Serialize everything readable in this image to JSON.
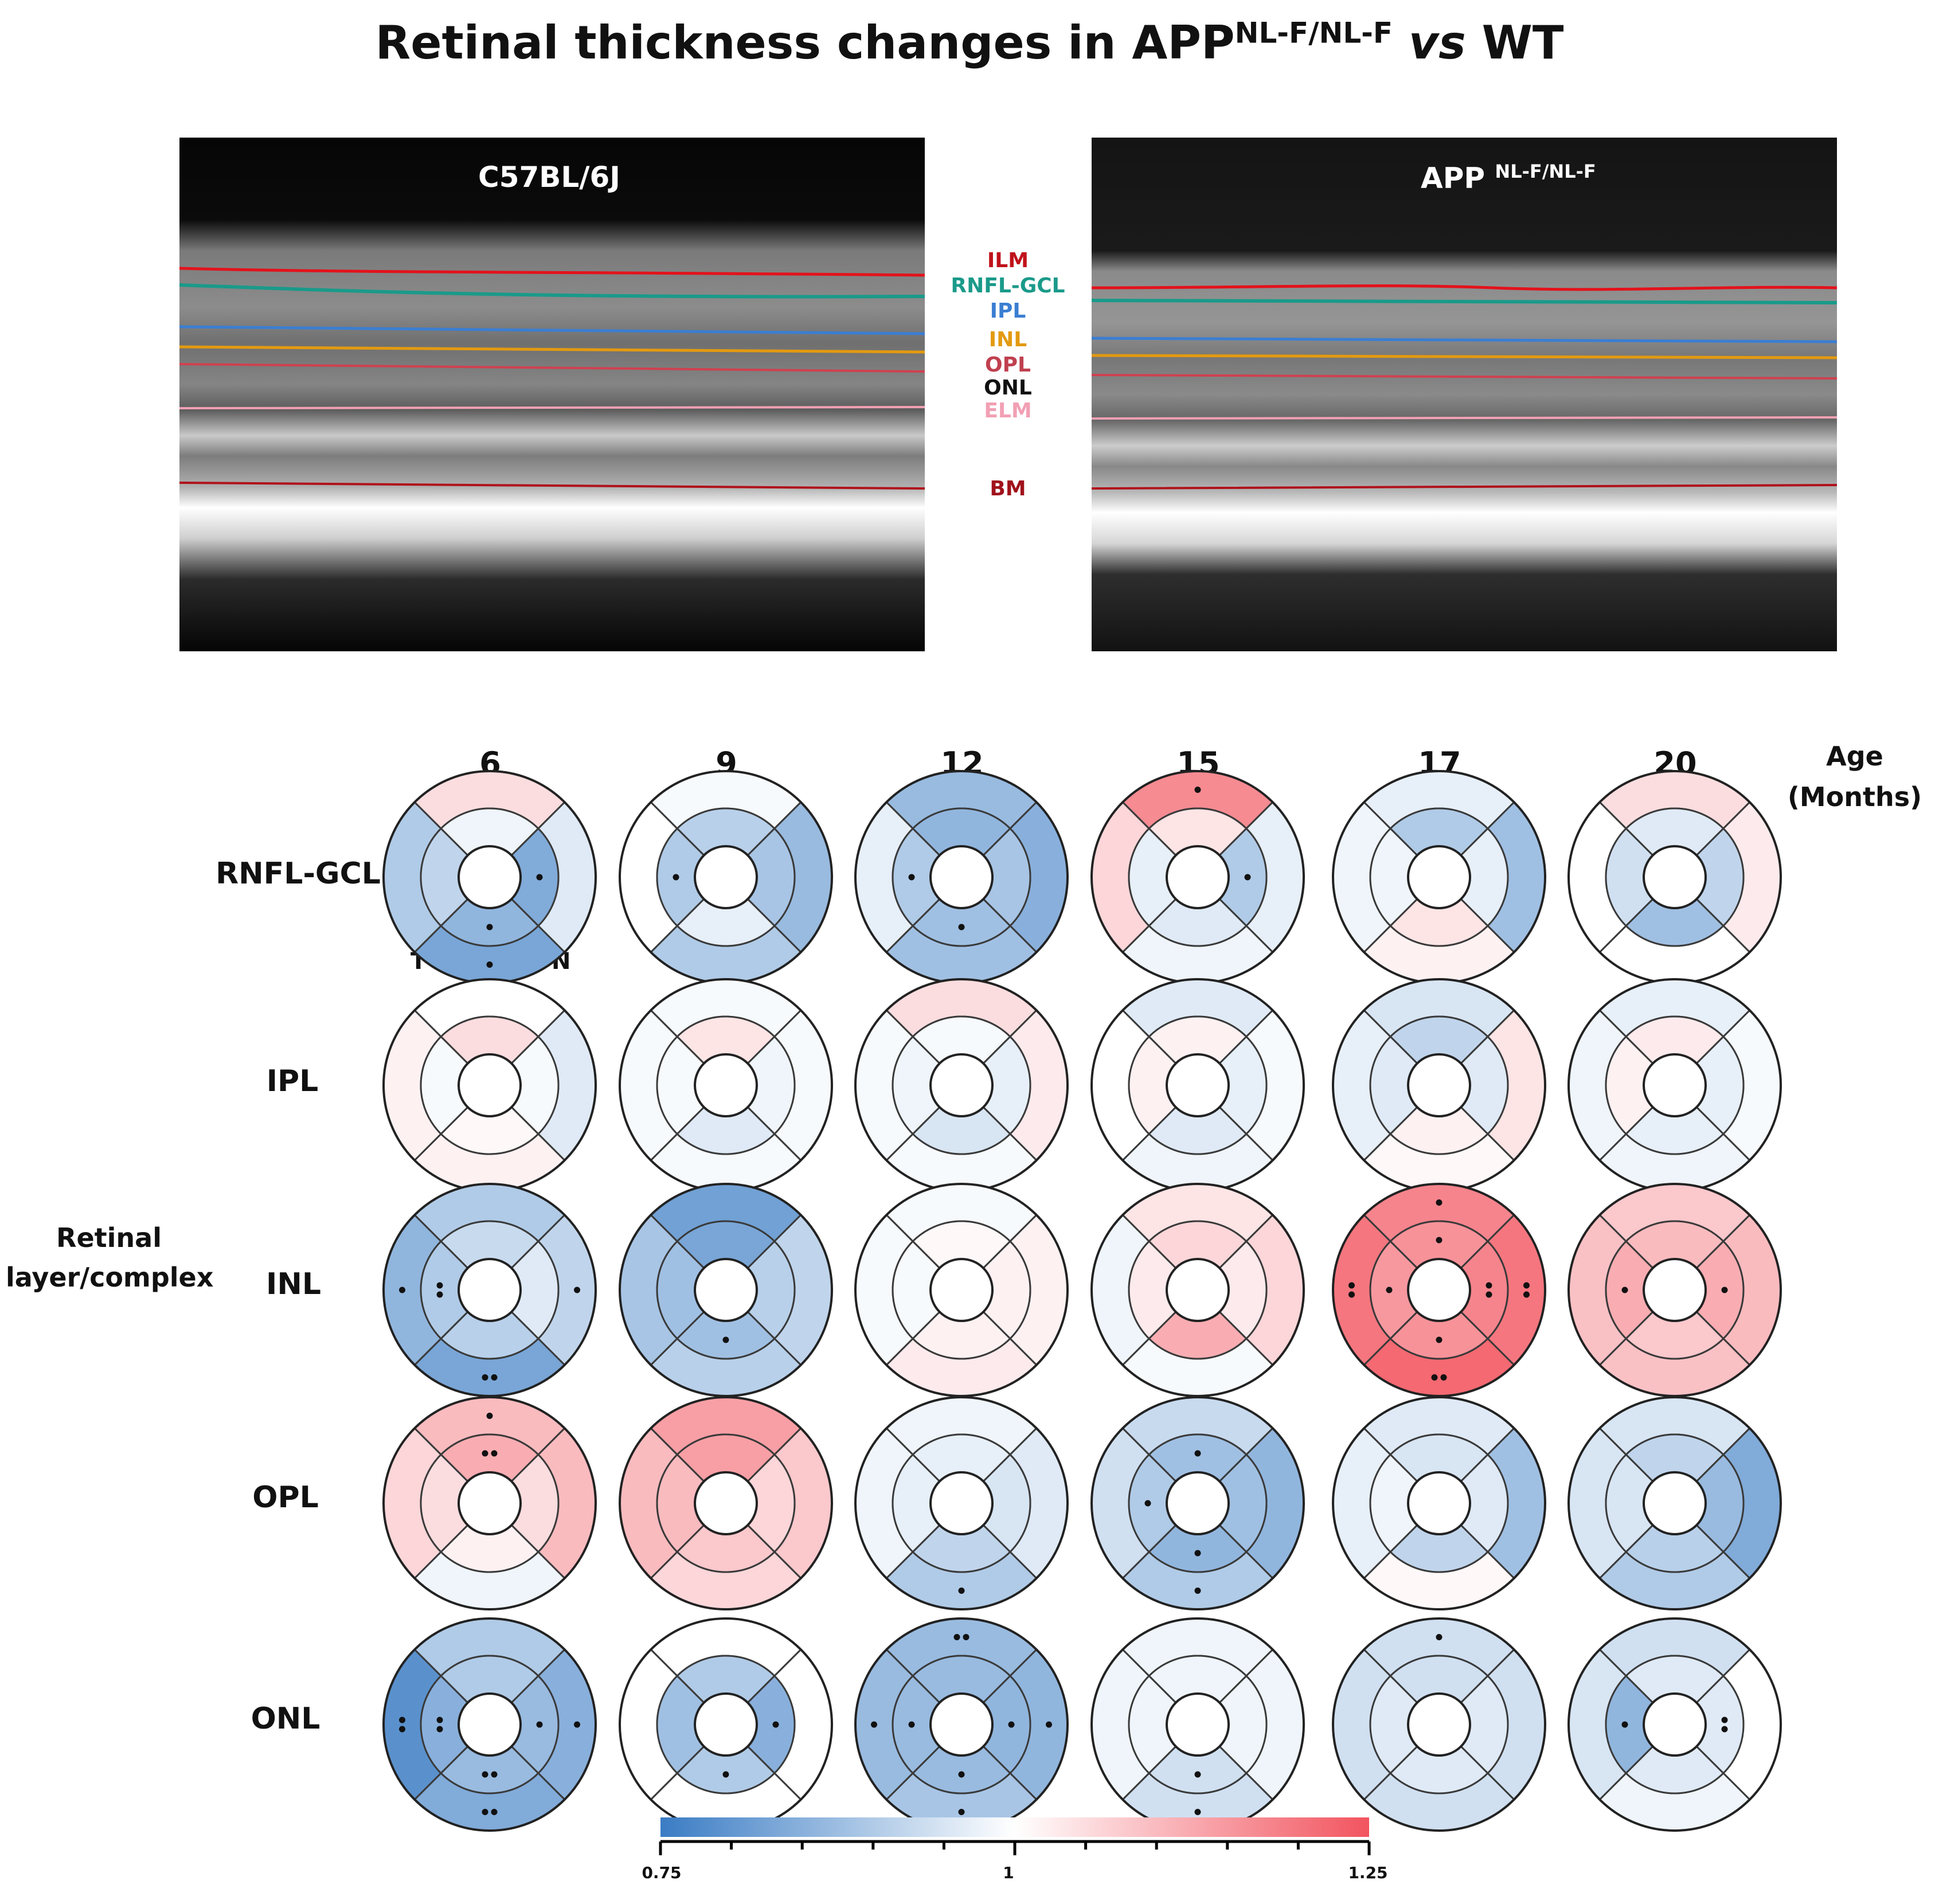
{
  "title": {
    "main": "Retinal thickness changes in APP",
    "sup": "NL-F/NL-F",
    "vs": "vs",
    "wt": "WT"
  },
  "oct": {
    "wt_label": "C57BL/6J",
    "app_label": "APP",
    "app_sup": "NL-F/NL-F"
  },
  "layer_legend": [
    {
      "label": "ILM",
      "color": "#c0121b"
    },
    {
      "label": "RNFL-GCL",
      "color": "#1a9a8a"
    },
    {
      "label": "IPL",
      "color": "#3b7ed2"
    },
    {
      "label": "INL",
      "color": "#e39a10"
    },
    {
      "label": "OPL",
      "color": "#c0404f"
    },
    {
      "label": "ONL",
      "color": "#111111"
    },
    {
      "label": "ELM",
      "color": "#f2a0b4"
    },
    {
      "label": "BM",
      "color": "#a0121b"
    }
  ],
  "age_title": "Age",
  "age_unit": "(Months)",
  "ages": [
    "6",
    "9",
    "12",
    "15",
    "17",
    "20"
  ],
  "rows": [
    "RNFL-GCL",
    "IPL",
    "INL",
    "OPL",
    "ONL"
  ],
  "side_label": [
    "Retinal",
    "layer/complex"
  ],
  "orientation": {
    "temporal": "T",
    "nasal": "N"
  },
  "colorbar": {
    "min": "0.75",
    "mid": "1",
    "max": "1.25",
    "colors": {
      "low": "#3a7cc4",
      "mid": "#ffffff",
      "high": "#f2545f"
    }
  },
  "chart_data": {
    "type": "heatmap",
    "description_sectors": [
      "outer-top",
      "outer-nasal",
      "outer-bottom",
      "outer-temporal",
      "inner-top",
      "inner-nasal",
      "inner-bottom",
      "inner-temporal"
    ],
    "scale": [
      0.75,
      1.25
    ],
    "maps": {
      "RNFL-GCL": [
        {
          "v": [
            1.05,
            0.96,
            0.83,
            0.9,
            0.98,
            0.84,
            0.86,
            0.92
          ],
          "s": [
            0,
            0,
            1,
            0,
            0,
            1,
            1,
            0
          ]
        },
        {
          "v": [
            0.99,
            0.87,
            0.9,
            1.0,
            0.91,
            0.89,
            0.97,
            0.9
          ],
          "s": [
            0,
            0,
            0,
            0,
            0,
            0,
            0,
            1
          ]
        },
        {
          "v": [
            0.87,
            0.85,
            0.88,
            0.97,
            0.86,
            0.89,
            0.88,
            0.9
          ],
          "s": [
            0,
            0,
            0,
            0,
            0,
            0,
            1,
            1
          ]
        },
        {
          "v": [
            1.17,
            0.97,
            0.98,
            1.06,
            1.04,
            0.9,
            0.96,
            0.97
          ],
          "s": [
            1,
            0,
            0,
            0,
            0,
            1,
            0,
            0
          ]
        },
        {
          "v": [
            0.97,
            0.88,
            1.02,
            0.98,
            0.9,
            0.97,
            1.04,
            0.98
          ],
          "s": [
            0,
            0,
            0,
            0,
            0,
            0,
            0,
            0
          ]
        },
        {
          "v": [
            1.05,
            1.03,
            1.0,
            1.0,
            0.96,
            0.92,
            0.88,
            0.94
          ],
          "s": [
            0,
            0,
            0,
            0,
            0,
            0,
            0,
            0
          ]
        }
      ],
      "IPL": [
        {
          "v": [
            1.0,
            0.96,
            1.02,
            1.02,
            1.05,
            0.99,
            1.01,
            0.99
          ],
          "s": [
            0,
            0,
            0,
            0,
            0,
            0,
            0,
            0
          ]
        },
        {
          "v": [
            0.99,
            0.99,
            0.99,
            0.99,
            1.04,
            0.98,
            0.96,
            0.99
          ],
          "s": [
            0,
            0,
            0,
            0,
            0,
            0,
            0,
            0
          ]
        },
        {
          "v": [
            1.05,
            1.03,
            0.99,
            0.99,
            0.99,
            0.97,
            0.95,
            0.98
          ],
          "s": [
            0,
            0,
            0,
            0,
            0,
            0,
            0,
            0
          ]
        },
        {
          "v": [
            0.96,
            0.99,
            0.98,
            1.0,
            1.02,
            0.97,
            0.96,
            1.02
          ],
          "s": [
            0,
            0,
            0,
            0,
            0,
            0,
            0,
            0
          ]
        },
        {
          "v": [
            0.95,
            1.04,
            1.01,
            0.97,
            0.92,
            0.96,
            1.02,
            0.96
          ],
          "s": [
            0,
            0,
            0,
            0,
            0,
            0,
            0,
            0
          ]
        },
        {
          "v": [
            0.97,
            0.99,
            0.98,
            0.98,
            1.03,
            0.97,
            0.97,
            1.02
          ],
          "s": [
            0,
            0,
            0,
            0,
            0,
            0,
            0,
            0
          ]
        }
      ],
      "INL": [
        {
          "v": [
            0.9,
            0.92,
            0.83,
            0.86,
            0.93,
            0.96,
            0.91,
            0.9
          ],
          "s": [
            0,
            1,
            2,
            1,
            0,
            0,
            0,
            2
          ]
        },
        {
          "v": [
            0.82,
            0.92,
            0.91,
            0.89,
            0.83,
            0.91,
            0.88,
            0.88
          ],
          "s": [
            0,
            0,
            0,
            0,
            0,
            0,
            1,
            0
          ]
        },
        {
          "v": [
            0.99,
            1.02,
            1.03,
            0.99,
            1.01,
            1.02,
            1.02,
            0.99
          ],
          "s": [
            0,
            0,
            0,
            0,
            0,
            0,
            0,
            0
          ]
        },
        {
          "v": [
            1.04,
            1.06,
            0.99,
            0.98,
            1.06,
            1.03,
            1.12,
            1.03
          ],
          "s": [
            0,
            0,
            0,
            0,
            0,
            0,
            0,
            0
          ]
        },
        {
          "v": [
            1.18,
            1.2,
            1.22,
            1.2,
            1.16,
            1.18,
            1.16,
            1.15
          ],
          "s": [
            1,
            2,
            2,
            2,
            1,
            2,
            1,
            1
          ]
        },
        {
          "v": [
            1.08,
            1.1,
            1.09,
            1.09,
            1.1,
            1.12,
            1.08,
            1.12
          ],
          "s": [
            0,
            0,
            0,
            0,
            0,
            1,
            0,
            1
          ]
        }
      ],
      "OPL": [
        {
          "v": [
            1.1,
            1.1,
            0.98,
            1.06,
            1.12,
            1.05,
            1.02,
            1.05
          ],
          "s": [
            1,
            0,
            0,
            0,
            2,
            0,
            0,
            0
          ]
        },
        {
          "v": [
            1.14,
            1.08,
            1.06,
            1.1,
            1.14,
            1.06,
            1.08,
            1.1
          ],
          "s": [
            0,
            0,
            0,
            0,
            0,
            0,
            0,
            0
          ]
        },
        {
          "v": [
            0.98,
            0.96,
            0.9,
            0.98,
            0.97,
            0.95,
            0.92,
            0.97
          ],
          "s": [
            0,
            0,
            1,
            0,
            0,
            0,
            0,
            0
          ]
        },
        {
          "v": [
            0.93,
            0.86,
            0.9,
            0.94,
            0.88,
            0.88,
            0.86,
            0.9
          ],
          "s": [
            0,
            0,
            1,
            0,
            1,
            0,
            1,
            1
          ]
        },
        {
          "v": [
            0.96,
            0.88,
            1.01,
            0.97,
            0.95,
            0.96,
            0.92,
            0.98
          ],
          "s": [
            0,
            0,
            0,
            0,
            0,
            0,
            0,
            0
          ]
        },
        {
          "v": [
            0.95,
            0.84,
            0.9,
            0.95,
            0.92,
            0.87,
            0.91,
            0.95
          ],
          "s": [
            0,
            0,
            0,
            0,
            0,
            0,
            0,
            0
          ]
        }
      ],
      "ONL": [
        {
          "v": [
            0.9,
            0.85,
            0.84,
            0.79,
            0.9,
            0.87,
            0.87,
            0.85
          ],
          "s": [
            0,
            1,
            2,
            2,
            0,
            1,
            2,
            2
          ]
        },
        {
          "v": [
            1.0,
            1.0,
            1.0,
            1.0,
            0.9,
            0.85,
            0.9,
            0.88
          ],
          "s": [
            0,
            0,
            0,
            0,
            0,
            1,
            1,
            0
          ]
        },
        {
          "v": [
            0.87,
            0.86,
            0.89,
            0.87,
            0.87,
            0.86,
            0.87,
            0.87
          ],
          "s": [
            2,
            1,
            1,
            1,
            0,
            1,
            1,
            1
          ]
        },
        {
          "v": [
            0.98,
            0.98,
            0.94,
            0.98,
            0.98,
            0.98,
            0.94,
            0.98
          ],
          "s": [
            0,
            0,
            1,
            0,
            0,
            0,
            1,
            0
          ]
        },
        {
          "v": [
            0.94,
            0.94,
            0.94,
            0.94,
            0.94,
            0.96,
            0.96,
            0.96
          ],
          "s": [
            1,
            0,
            0,
            0,
            0,
            0,
            0,
            0
          ]
        },
        {
          "v": [
            0.94,
            1.0,
            0.98,
            0.95,
            0.96,
            0.96,
            0.96,
            0.86
          ],
          "s": [
            0,
            0,
            0,
            0,
            0,
            2,
            0,
            1
          ]
        }
      ]
    }
  }
}
